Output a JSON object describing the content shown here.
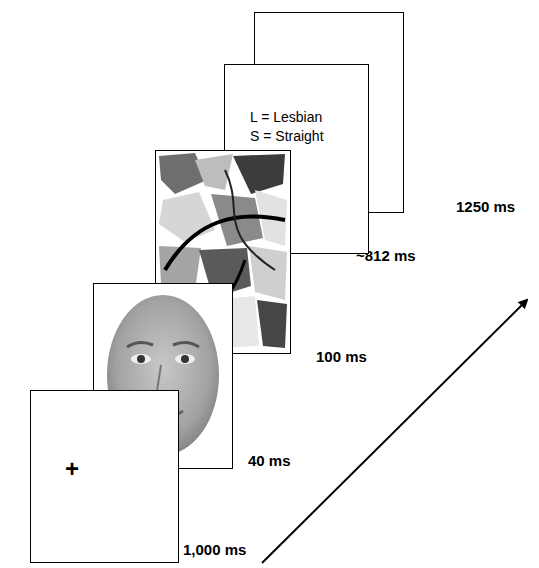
{
  "diagram": {
    "nodes": [
      {
        "text": [
          "+"
        ]
      },
      {
        "text": [
          "L = Lesbian",
          "S = Straight"
        ]
      }
    ],
    "labels": [
      "1,000 ms",
      "40 ms",
      "100 ms",
      "~812 ms",
      "1250 ms"
    ]
  }
}
